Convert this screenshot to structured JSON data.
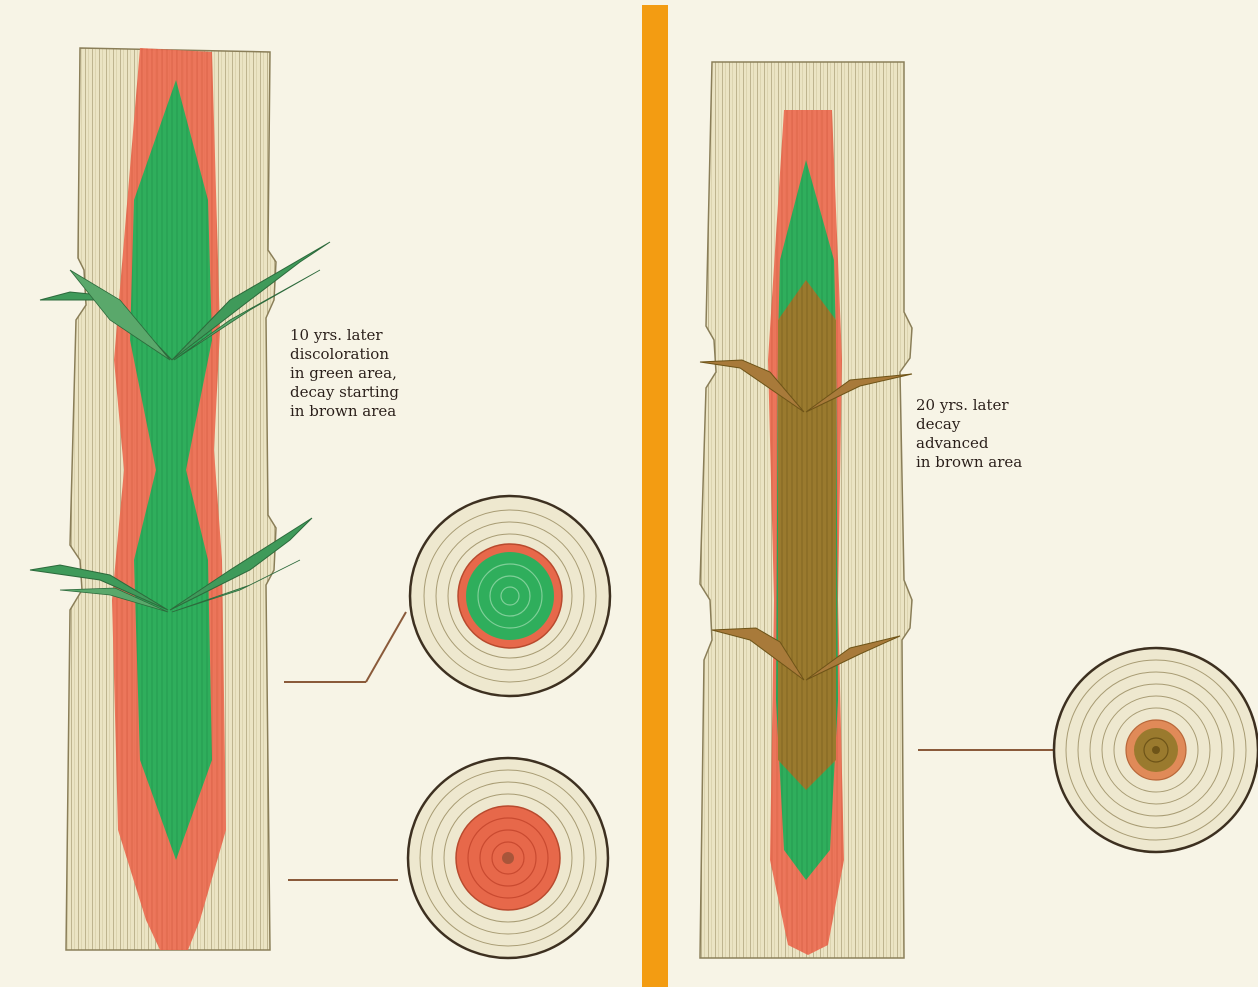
{
  "captions": {
    "left": "10 yrs. later\ndiscoloration\nin green area,\ndecay starting\nin brown area",
    "right": "20 yrs. later\ndecay\nadvanced\nin brown area"
  },
  "colors": {
    "background": "#f7f4e6",
    "divider": "#f39c12",
    "wood": "#e8e1bf",
    "wood_line": "#a89c74",
    "reaction_zone": "#e7684a",
    "discolored": "#2fae5c",
    "decay": "#9a7a2e",
    "leader_line": "#8a5a3a"
  },
  "panels": [
    {
      "name": "stem-10-years",
      "rings": [
        "green-core",
        "red-core"
      ]
    },
    {
      "name": "stem-20-years",
      "rings": [
        "brown-core"
      ]
    }
  ]
}
